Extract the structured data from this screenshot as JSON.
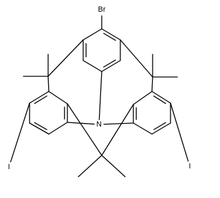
{
  "molecule": {
    "atom_labels": {
      "bromine": "Br",
      "nitrogen": "N",
      "iodine_left": "I",
      "iodine_right": "I"
    }
  },
  "colors": {
    "background": "#ffffff",
    "ink": "#000000"
  }
}
